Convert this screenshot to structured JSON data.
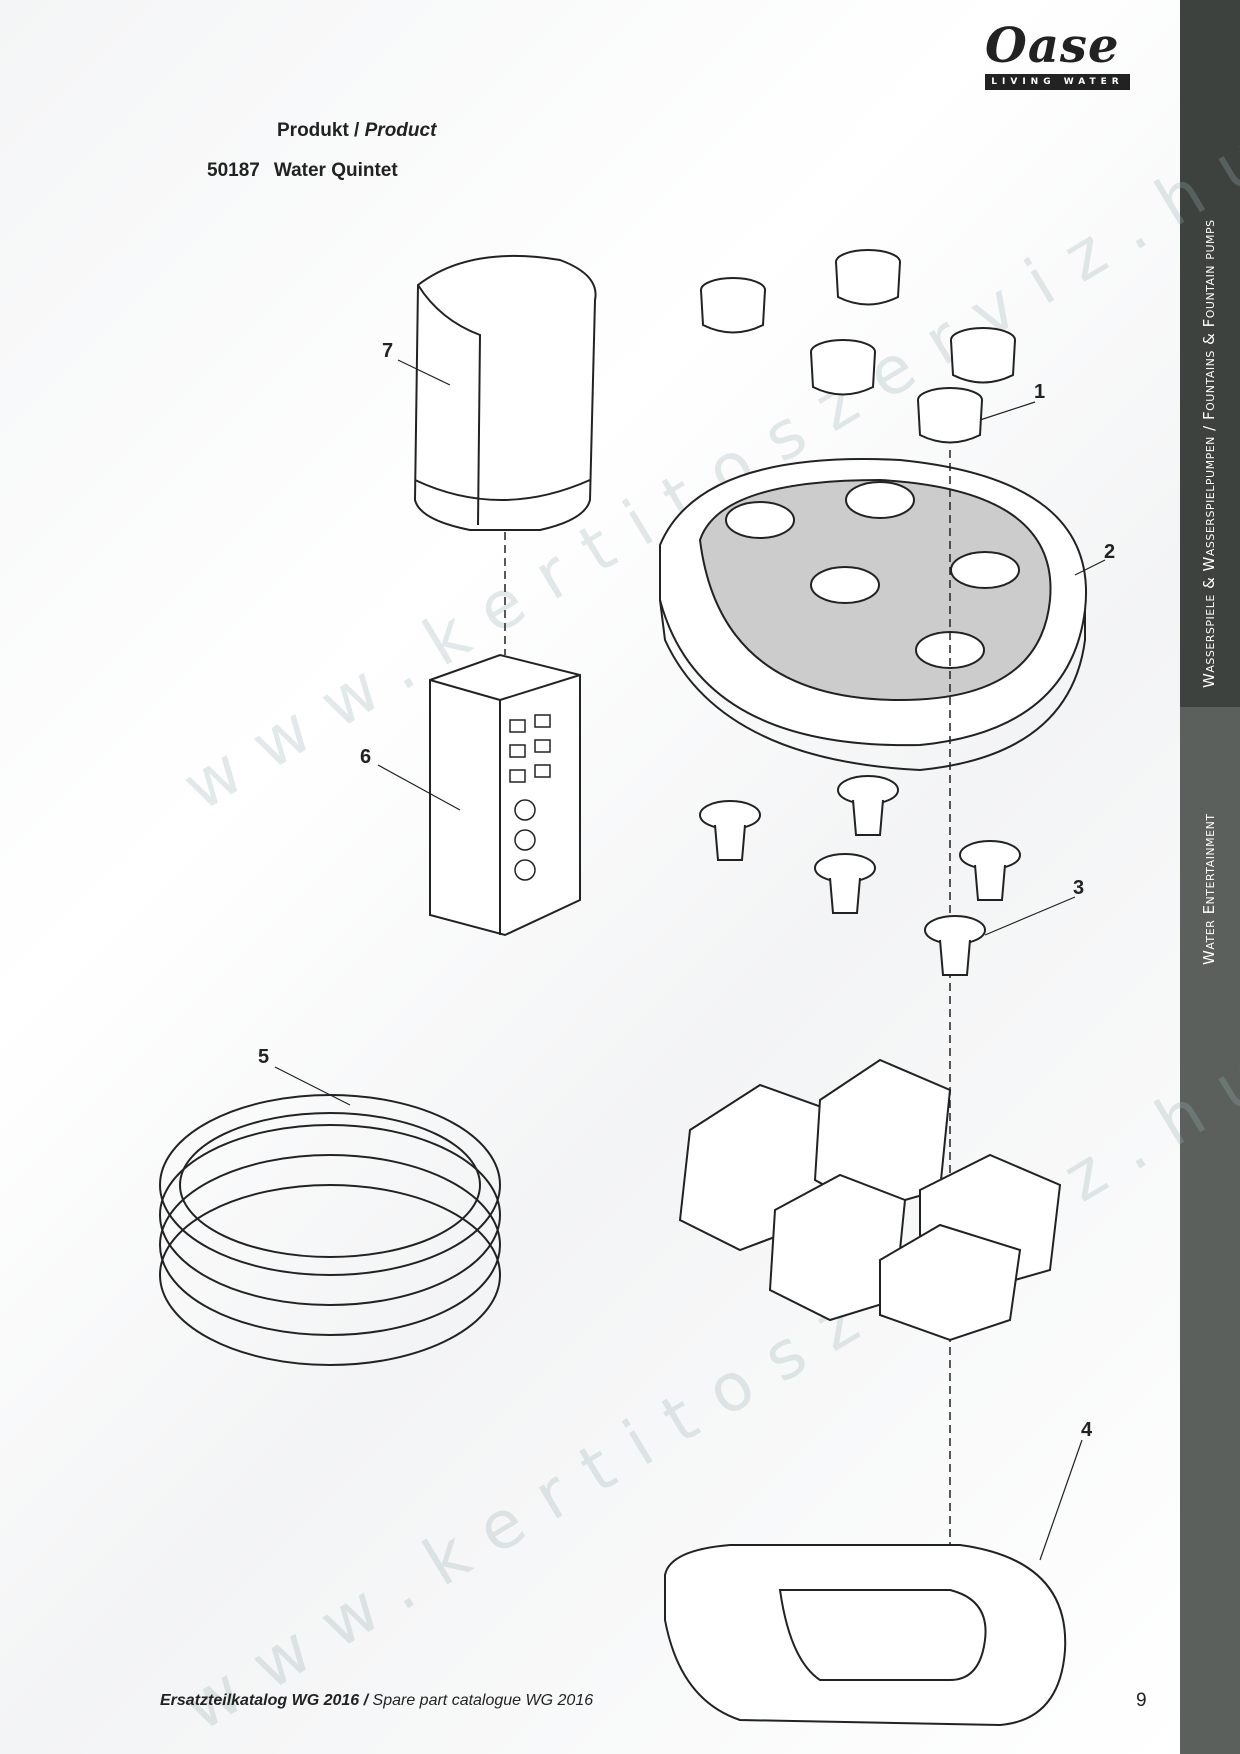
{
  "brand": {
    "logo_word": "Oase",
    "logo_tagline": "LIVING WATER"
  },
  "sidebar": {
    "section_top": "Wasserspiele & Wasserspielpumpen / Fountains & Fountain pumps",
    "section_bottom": "Water Entertainment"
  },
  "header": {
    "product_label_de": "Produkt /",
    "product_label_en": "Product",
    "product_number": "50187",
    "product_name": "Water Quintet"
  },
  "watermark": {
    "text": "www.kertitoszerviz.hu"
  },
  "callouts": [
    "1",
    "2",
    "3",
    "4",
    "5",
    "6",
    "7"
  ],
  "footer": {
    "catalog_de": "Ersatzteilkatalog WG 2016 /",
    "catalog_en": "Spare part catalogue WG 2016",
    "page_number": "9"
  }
}
